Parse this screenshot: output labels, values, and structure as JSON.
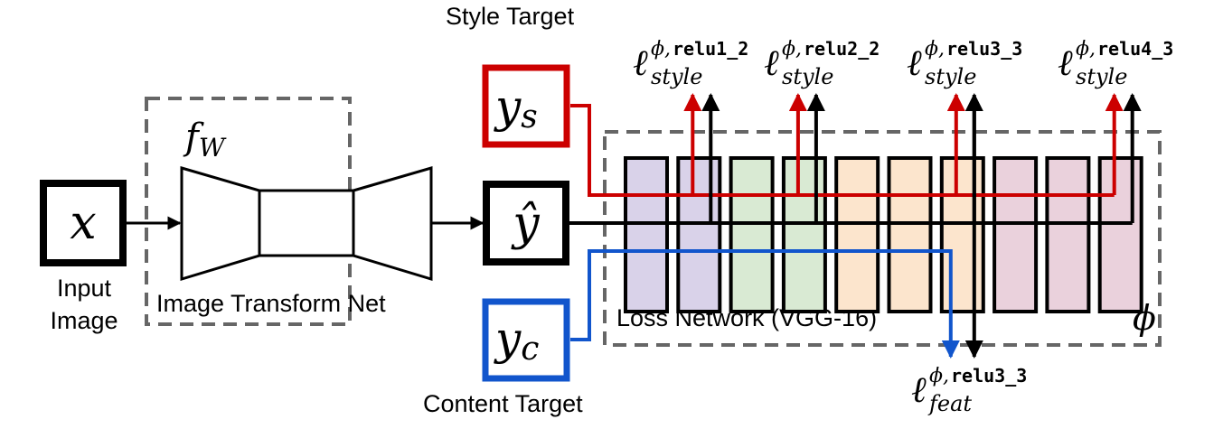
{
  "diagram": {
    "title": "Perceptual loss style transfer system overview",
    "colors": {
      "style": "#cc0000",
      "content": "#1155cc",
      "line": "#000000",
      "dash": "#666666"
    },
    "input": {
      "symbol": "x",
      "label_line1": "Input",
      "label_line2": "Image"
    },
    "transform_net": {
      "symbol_base": "f",
      "symbol_sub": "W",
      "label": "Image Transform Net"
    },
    "output": {
      "symbol": "ŷ"
    },
    "style_target": {
      "label": "Style Target",
      "symbol_base": "y",
      "symbol_sub": "s"
    },
    "content_target": {
      "label": "Content Target",
      "symbol_base": "y",
      "symbol_sub": "c"
    },
    "loss_network": {
      "label": "Loss Network (VGG-16)",
      "symbol": "ϕ",
      "layers": [
        {
          "group": 1,
          "color": "#d9d2e9"
        },
        {
          "group": 1,
          "color": "#d9d2e9"
        },
        {
          "group": 2,
          "color": "#d9ead3"
        },
        {
          "group": 2,
          "color": "#d9ead3"
        },
        {
          "group": 3,
          "color": "#fce5cd"
        },
        {
          "group": 3,
          "color": "#fce5cd"
        },
        {
          "group": 3,
          "color": "#fce5cd"
        },
        {
          "group": 4,
          "color": "#ead1dc"
        },
        {
          "group": 4,
          "color": "#ead1dc"
        },
        {
          "group": 4,
          "color": "#ead1dc"
        }
      ]
    },
    "style_losses": [
      {
        "base": "ℓ",
        "sup": "ϕ,",
        "layer": "relu1_2",
        "sub": "style",
        "tap_layer_index": 1
      },
      {
        "base": "ℓ",
        "sup": "ϕ,",
        "layer": "relu2_2",
        "sub": "style",
        "tap_layer_index": 3
      },
      {
        "base": "ℓ",
        "sup": "ϕ,",
        "layer": "relu3_3",
        "sub": "style",
        "tap_layer_index": 6
      },
      {
        "base": "ℓ",
        "sup": "ϕ,",
        "layer": "relu4_3",
        "sub": "style",
        "tap_layer_index": 9
      }
    ],
    "feature_loss": {
      "base": "ℓ",
      "sup": "ϕ,",
      "layer": "relu3_3",
      "sub": "feat",
      "tap_layer_index": 6
    }
  }
}
